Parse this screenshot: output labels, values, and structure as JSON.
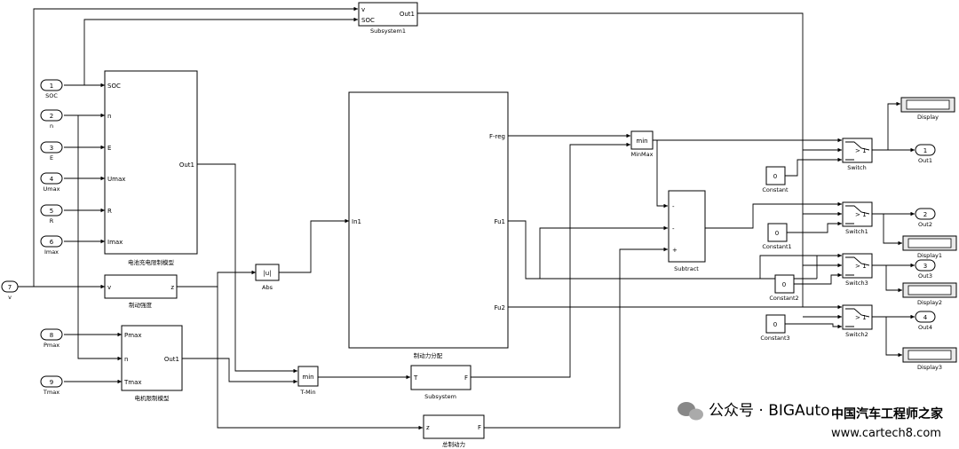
{
  "inports": [
    {
      "num": "1",
      "name": "SOC"
    },
    {
      "num": "2",
      "name": "n"
    },
    {
      "num": "3",
      "name": "E"
    },
    {
      "num": "4",
      "name": "Umax"
    },
    {
      "num": "5",
      "name": "R"
    },
    {
      "num": "6",
      "name": "Imax"
    },
    {
      "num": "7",
      "name": "v"
    },
    {
      "num": "8",
      "name": "Pmax"
    },
    {
      "num": "9",
      "name": "Tmax"
    }
  ],
  "outports": [
    {
      "num": "1",
      "name": "Out1"
    },
    {
      "num": "2",
      "name": "Out2"
    },
    {
      "num": "3",
      "name": "Out3"
    },
    {
      "num": "4",
      "name": "Out4"
    }
  ],
  "blocks": {
    "subsystem1": {
      "caption": "Subsystem1",
      "in_ports": [
        "v",
        "SOC"
      ],
      "out_port": "Out1"
    },
    "battery": {
      "caption": "电池充电限制模型",
      "in_ports": [
        "SOC",
        "n",
        "E",
        "Umax",
        "R",
        "Imax"
      ],
      "out_port": "Out1"
    },
    "brake_strength": {
      "caption": "制动强度",
      "in_port": "v",
      "out_port": "z"
    },
    "motor_limit": {
      "caption": "电机限制模型",
      "in_ports": [
        "Pmax",
        "n",
        "Tmax"
      ],
      "out_port": "Out1"
    },
    "abs": {
      "caption": "Abs",
      "label": "|u|"
    },
    "distribution": {
      "caption": "制动力分配",
      "in_port": "In1",
      "out_ports": [
        "F-reg",
        "Fu1",
        "Fu2"
      ]
    },
    "tmin": {
      "caption": "T-Min",
      "label": "min"
    },
    "subsystem": {
      "caption": "Subsystem",
      "in_port": "T",
      "out_port": "F"
    },
    "total_force": {
      "caption": "总制动力",
      "in_port": "z",
      "out_port": "F"
    },
    "minmax": {
      "caption": "MinMax",
      "label": "min"
    },
    "subtract": {
      "caption": "Subtract",
      "signs": [
        "-",
        "-",
        "+"
      ]
    },
    "constants": [
      {
        "caption": "Constant",
        "value": "0"
      },
      {
        "caption": "Constant1",
        "value": "0"
      },
      {
        "caption": "Constant2",
        "value": "0"
      },
      {
        "caption": "Constant3",
        "value": "0"
      }
    ],
    "switches": [
      {
        "caption": "Switch",
        "label": "> 1"
      },
      {
        "caption": "Switch1",
        "label": "> 1"
      },
      {
        "caption": "Switch3",
        "label": "> 1"
      },
      {
        "caption": "Switch2",
        "label": "> 1"
      }
    ],
    "displays": [
      {
        "caption": "Display"
      },
      {
        "caption": "Display1"
      },
      {
        "caption": "Display2"
      },
      {
        "caption": "Display3"
      }
    ]
  },
  "watermark": {
    "line1": "公众号 · BIGAuto",
    "line2": "中国汽车工程师之家",
    "line3": "www.cartech8.com"
  }
}
